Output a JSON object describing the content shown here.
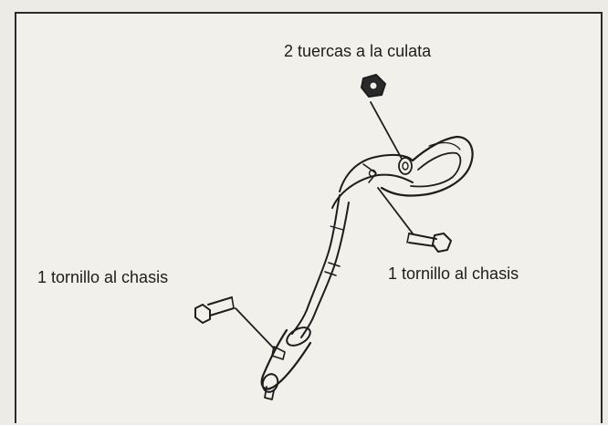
{
  "labels": {
    "nuts_to_head": "2 tuercas a la culata",
    "bolt_left": "1 tornillo al chasis",
    "bolt_right": "1 tornillo al chasis"
  },
  "colors": {
    "ink": "#1d1d1d",
    "paper": "#f1f0eb",
    "frame": "#2b2b2b"
  }
}
